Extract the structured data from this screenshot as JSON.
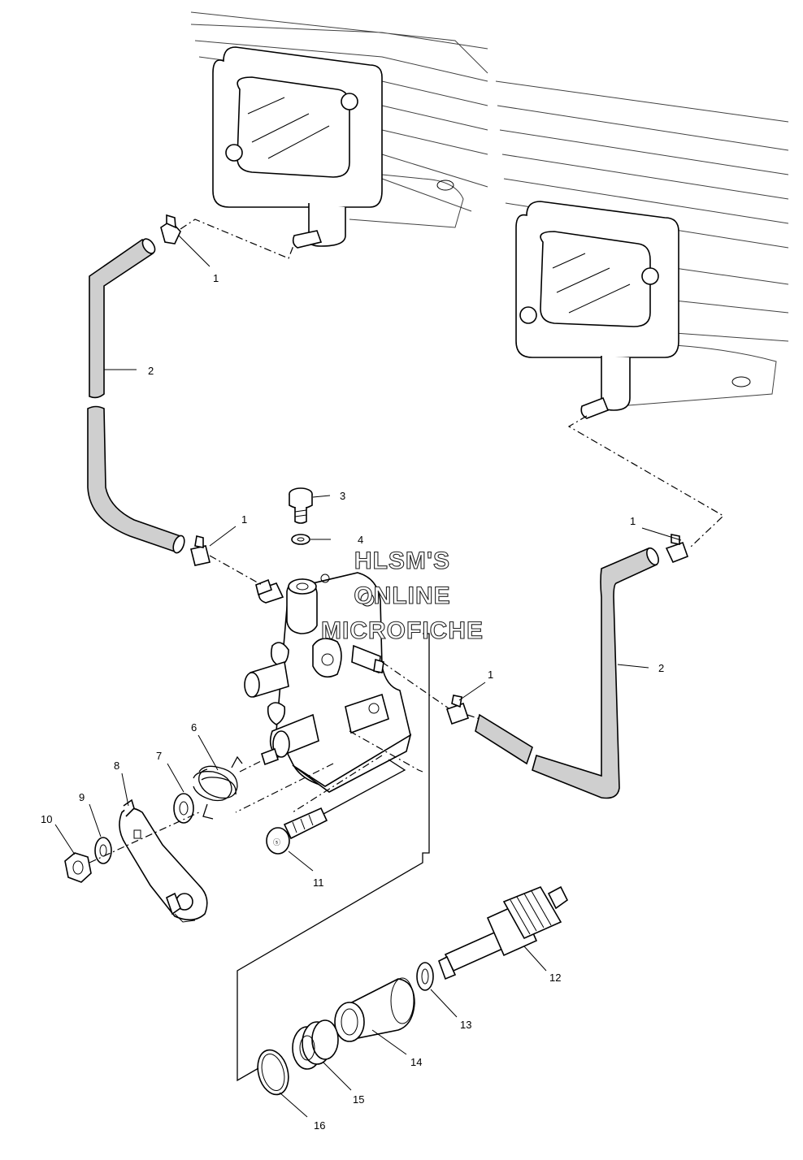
{
  "callouts": {
    "c1a": "1",
    "c1b": "1",
    "c1c": "1",
    "c1d": "1",
    "c2a": "2",
    "c2b": "2",
    "c3": "3",
    "c4": "4",
    "c6": "6",
    "c7": "7",
    "c8": "8",
    "c9": "9",
    "c10": "10",
    "c11": "11",
    "c12": "12",
    "c13": "13",
    "c14": "14",
    "c15": "15",
    "c16": "16"
  },
  "watermark": {
    "line1": "HLSM'S",
    "line2": "ONLINE",
    "line3": "MICROFICHE"
  }
}
